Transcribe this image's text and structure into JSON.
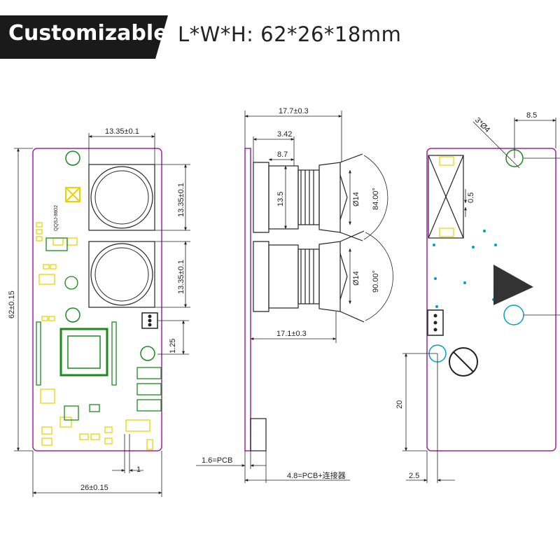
{
  "header": {
    "badge": "Customizable",
    "spec": "L*W*H:  62*26*18mm"
  },
  "colors": {
    "board_outline": "#a020a0",
    "traces": "#1a8a1a",
    "pads": "#e6d600",
    "vias": "#00a0c8",
    "lines": "#222222",
    "badge_bg": "#1a1a1a"
  },
  "front_view": {
    "width_dim": "26±0.15",
    "height_dim": "62±0.15",
    "lens_width_dim": "13.35±0.1",
    "lens1_height_dim": "13.35±0.1",
    "lens2_height_dim": "13.35±0.1",
    "pitch_dim": "1.25",
    "pin_dim": "1",
    "board_label": "QQSJ-8802"
  },
  "side_view": {
    "total_depth_dim": "17.7±0.3",
    "d1": "3.42",
    "d2": "8.7",
    "d3": "13.5",
    "lens1_dia": "Ø14",
    "lens1_angle": "84.00°",
    "lens2_dia": "Ø14",
    "lens2_angle": "90.00°",
    "bottom_depth_dim": "17.1±0.3",
    "pcb_dim": "1.6=PCB",
    "pcb_conn_dim": "4.8=PCB+连接器"
  },
  "back_view": {
    "hole_dim": "3*Ø4",
    "top_dim": "8.5",
    "conn_dim": "0.5",
    "side_dim": "20",
    "bottom_dim": "2.5"
  }
}
